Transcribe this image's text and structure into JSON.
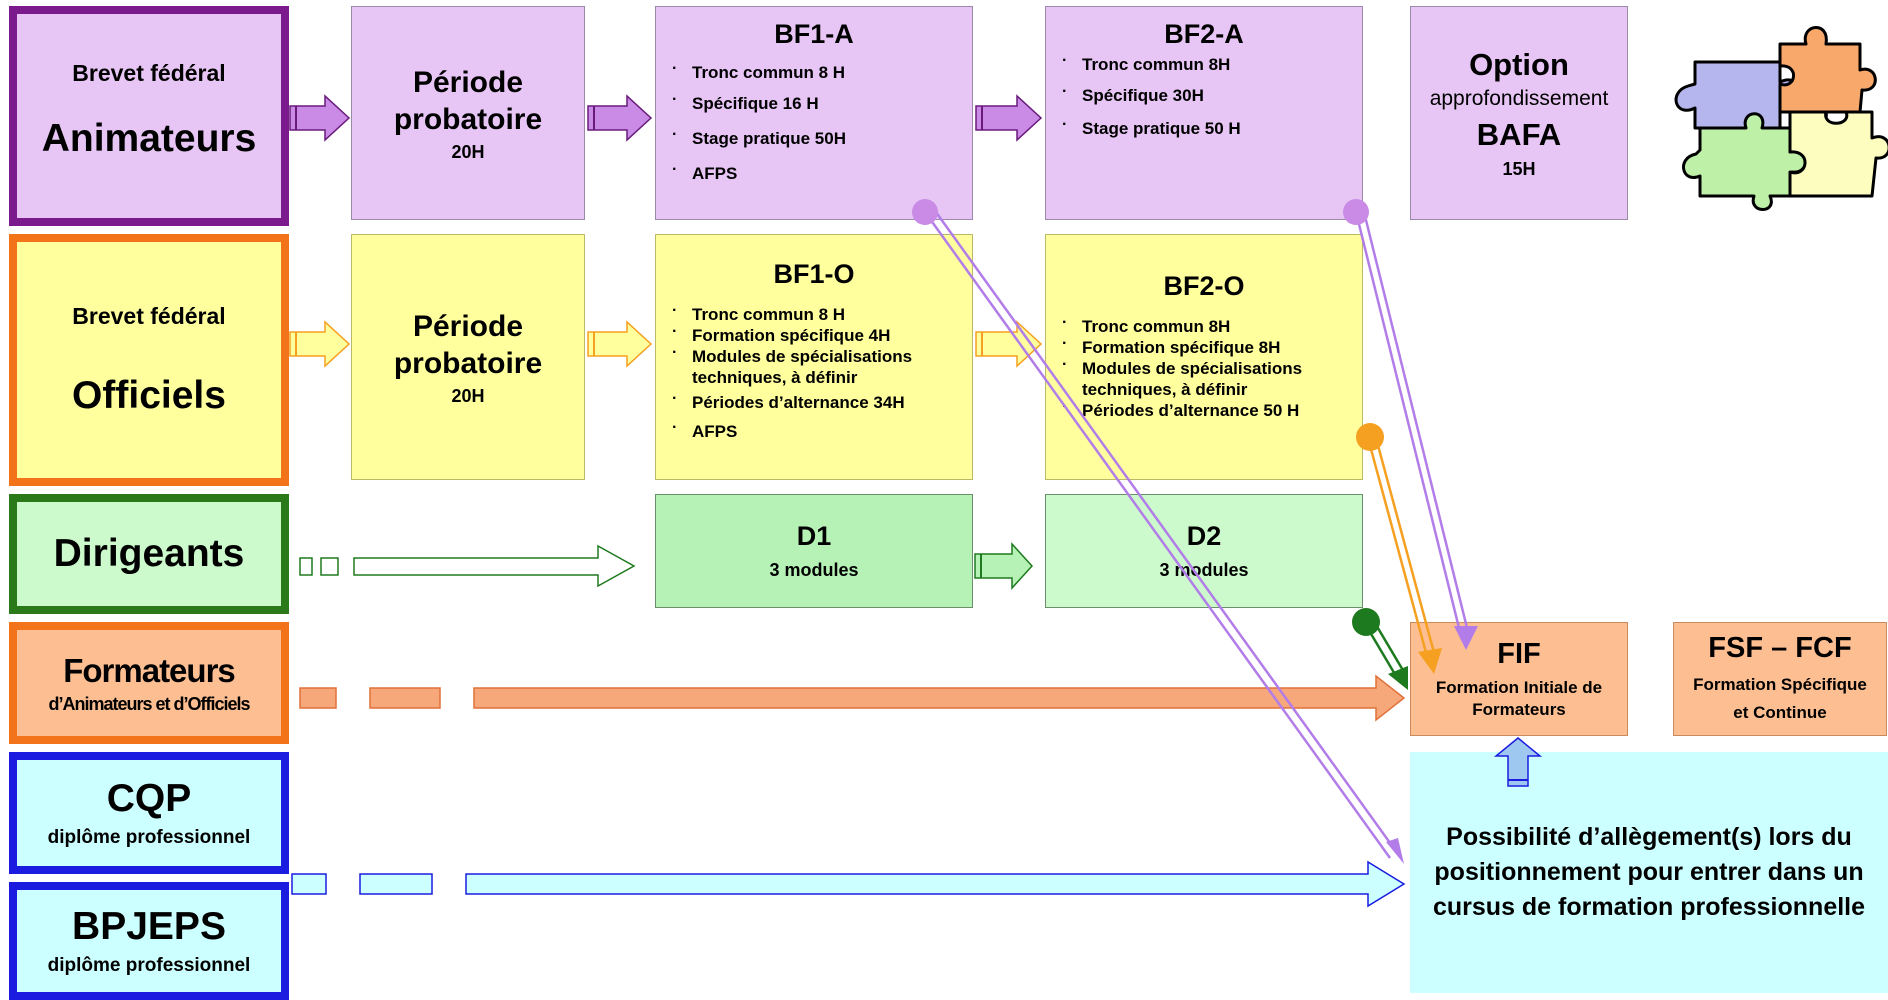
{
  "categories": {
    "animateurs": {
      "line1": "Brevet fédéral",
      "line2": "Animateurs"
    },
    "officiels": {
      "line1": "Brevet fédéral",
      "line2": "Officiels"
    },
    "dirigeants": {
      "label": "Dirigeants"
    },
    "formateurs": {
      "line1": "Formateurs",
      "line2": "d’Animateurs et d’Officiels"
    },
    "cqp": {
      "line1": "CQP",
      "line2": "diplôme professionnel"
    },
    "bpjeps": {
      "line1": "BPJEPS",
      "line2": "diplôme professionnel"
    }
  },
  "animateurs_row": {
    "periode": {
      "line1": "Période",
      "line2": "probatoire",
      "hours": "20H"
    },
    "bf1a": {
      "title": "BF1-A",
      "items": [
        "Tronc commun  8 H",
        "Spécifique 16 H",
        "Stage pratique 50H",
        "AFPS"
      ]
    },
    "bf2a": {
      "title": "BF2-A",
      "items": [
        "Tronc commun 8H",
        "Spécifique 30H",
        "Stage pratique 50 H"
      ]
    },
    "option": {
      "line1": "Option",
      "line2": "approfondissement",
      "line3": "BAFA",
      "hours": "15H"
    }
  },
  "officiels_row": {
    "periode": {
      "line1": "Période",
      "line2": "probatoire",
      "hours": "20H"
    },
    "bf1o": {
      "title": "BF1-O",
      "items": [
        "Tronc commun  8 H",
        "Formation spécifique 4H",
        "Modules de spécialisations techniques, à définir",
        "Périodes d’alternance 34H",
        "AFPS"
      ]
    },
    "bf2o": {
      "title": "BF2-O",
      "items": [
        "Tronc commun  8H",
        "Formation spécifique 8H",
        "Modules de spécialisations techniques, à définir",
        "Périodes d’alternance 50 H"
      ]
    }
  },
  "dirigeants_row": {
    "d1": {
      "title": "D1",
      "sub": "3 modules"
    },
    "d2": {
      "title": "D2",
      "sub": "3 modules"
    }
  },
  "formateurs_row": {
    "fif": {
      "title": "FIF",
      "sub": "Formation Initiale de Formateurs"
    },
    "fsf": {
      "title": "FSF – FCF",
      "sub": "Formation Spécifique et Continue"
    }
  },
  "allegement": {
    "text": "Possibilité d’allègement(s) lors du positionnement pour entrer dans un cursus de  formation professionnelle"
  },
  "colors": {
    "purple": "#b27de8",
    "orange": "#f5a020",
    "green": "#1e7a1e",
    "orange_arrow": "#f0a070",
    "blue": "#1c1ce0",
    "puzzle": [
      "#b6b6ee",
      "#f7a86a",
      "#bff0a8",
      "#fdfdc0"
    ]
  },
  "icons": {
    "puzzle": "puzzle-icon"
  }
}
